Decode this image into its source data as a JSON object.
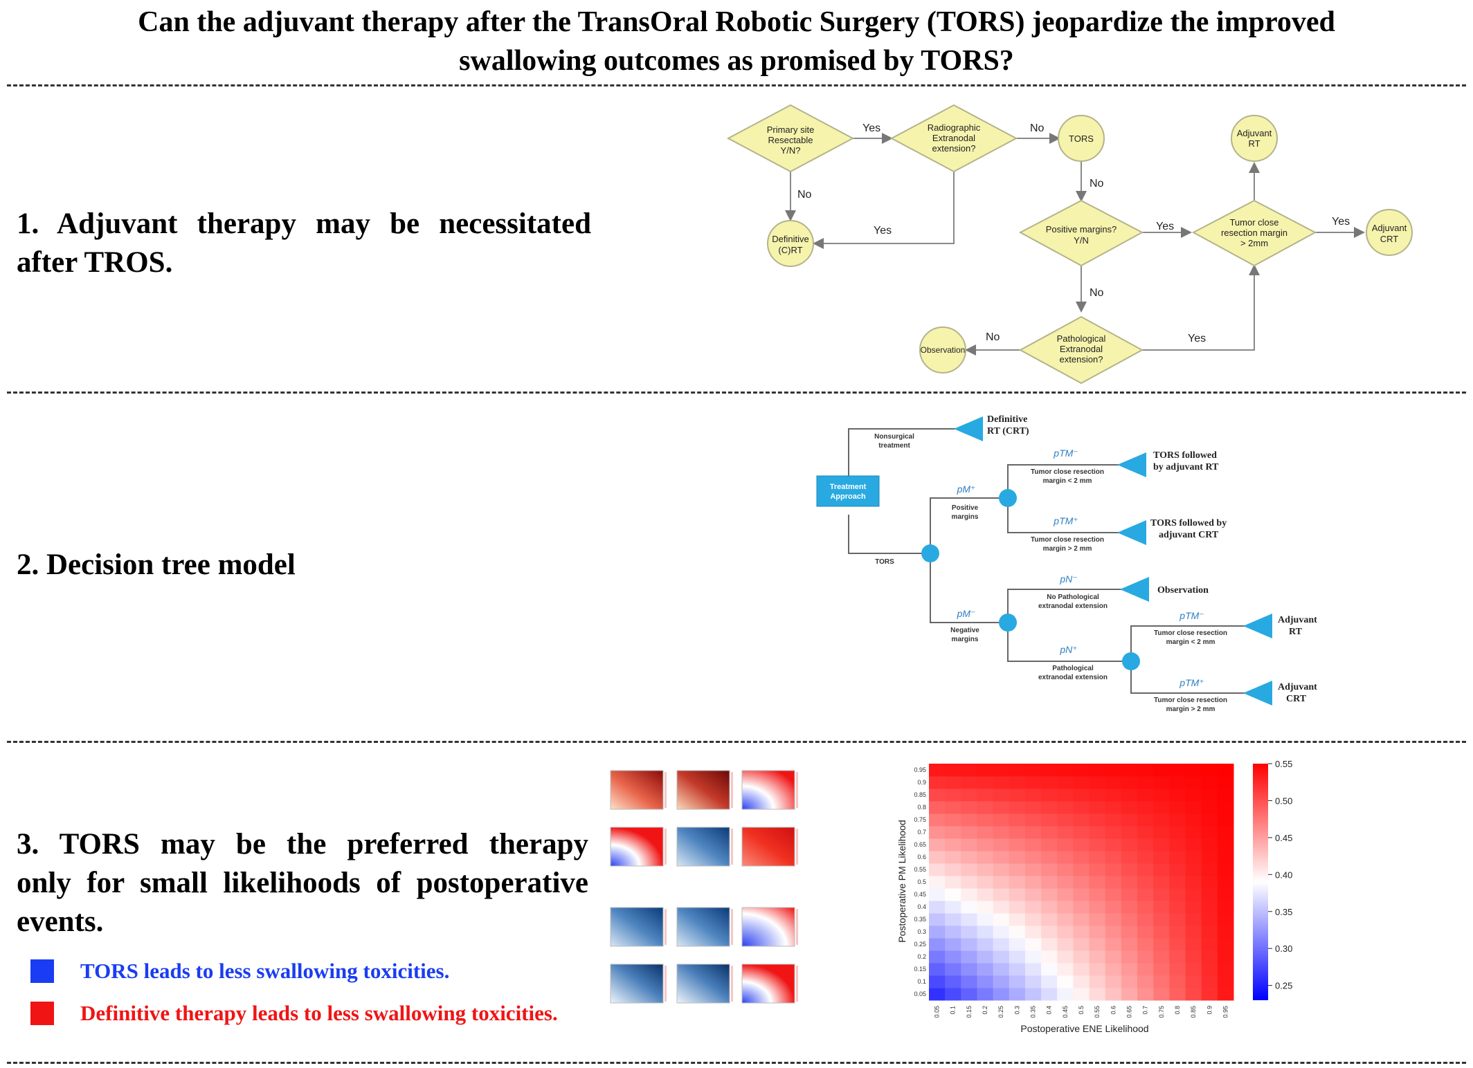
{
  "title": {
    "line1": "Can the adjuvant therapy after the TransOral Robotic Surgery (TORS) jeopardize the improved",
    "line2": "swallowing outcomes as promised by TORS?"
  },
  "sections": [
    {
      "lines": [
        "1. Adjuvant therapy may be necessitated",
        "after TROS."
      ]
    },
    {
      "lines": [
        "2. Decision tree model"
      ]
    },
    {
      "lines": [
        "3. TORS may be the preferred therapy",
        "only for small likelihoods of postoperative",
        "events."
      ]
    }
  ],
  "legend": [
    {
      "text": "TORS leads to less swallowing toxicities.",
      "color": "#1a3cf2"
    },
    {
      "text": "Definitive therapy leads to less swallowing toxicities.",
      "color": "#f01414"
    }
  ],
  "flowchart": {
    "primary_site": [
      "Primary site",
      "Resectable",
      "Y/N?"
    ],
    "radiographic": [
      "Radiographic",
      "Extranodal",
      "extension?"
    ],
    "tors": "TORS",
    "adjuvant_rt": [
      "Adjuvant",
      "RT"
    ],
    "definitive": [
      "Definitive",
      "(C)RT"
    ],
    "positive_margins": [
      "Positive margins?",
      "Y/N"
    ],
    "tumor_close": [
      "Tumor close",
      "resection margin",
      "> 2mm"
    ],
    "adjuvant_crt": [
      "Adjuvant",
      "CRT"
    ],
    "observation": "Observation",
    "pathological": [
      "Pathological",
      "Extranodal",
      "extension?"
    ],
    "yes": "Yes",
    "no": "No"
  },
  "decision_tree": {
    "root": [
      "Treatment",
      "Approach"
    ],
    "nonsurgical": [
      "Nonsurgical",
      "treatment"
    ],
    "definitive_rt": [
      "Definitive",
      "RT (CRT)"
    ],
    "tors": "TORS",
    "positive_margins": [
      "Positive",
      "margins"
    ],
    "negative_margins": [
      "Negative",
      "margins"
    ],
    "close_lt2": [
      "Tumor close resection",
      "margin < 2 mm"
    ],
    "close_gt2": [
      "Tumor close resection",
      "margin > 2 mm"
    ],
    "tors_rt": [
      "TORS followed",
      "by adjuvant RT"
    ],
    "tors_crt": [
      "TORS followed by",
      "adjuvant CRT"
    ],
    "no_path": [
      "No Pathological",
      "extranodal extension"
    ],
    "path": [
      "Pathological",
      "extranodal extension"
    ],
    "observation": "Observation",
    "adj_rt": [
      "Adjuvant",
      "RT"
    ],
    "adj_crt": [
      "Adjuvant",
      "CRT"
    ],
    "p_ptm_minus": "pTM⁻",
    "p_ptm_plus": "pTM⁺",
    "p_pm_plus": "pM⁺",
    "p_pm_minus": "pM⁻",
    "p_pn_minus": "pN⁻",
    "p_pn_plus": "pN⁺"
  },
  "chart_data": {
    "type": "heatmap",
    "xlabel": "Postoperative ENE Likelihood",
    "ylabel": "Postoperative PM Likelihood",
    "x": [
      0.05,
      0.1,
      0.15,
      0.2,
      0.25,
      0.3,
      0.35,
      0.4,
      0.45,
      0.5,
      0.55,
      0.6,
      0.65,
      0.7,
      0.75,
      0.8,
      0.85,
      0.9,
      0.95
    ],
    "y": [
      0.05,
      0.1,
      0.15,
      0.2,
      0.25,
      0.3,
      0.35,
      0.4,
      0.45,
      0.5,
      0.55,
      0.6,
      0.65,
      0.7,
      0.75,
      0.8,
      0.85,
      0.9,
      0.95
    ],
    "x_tick_labels": [
      "0.05",
      "0.1",
      "0.15",
      "0.2",
      "0.25",
      "0.3",
      "0.35",
      "0.4",
      "0.45",
      "0.5",
      "0.55",
      "0.6",
      "0.65",
      "0.7",
      "0.75",
      "0.8",
      "0.85",
      "0.9",
      "0.95"
    ],
    "y_tick_labels": [
      "0.05",
      "0.1",
      "0.15",
      "0.2",
      "0.25",
      "0.3",
      "0.35",
      "0.4",
      "0.45",
      "0.5",
      "0.55",
      "0.6",
      "0.65",
      "0.7",
      "0.75",
      "0.8",
      "0.85",
      "0.9",
      "0.95"
    ],
    "colorbar": {
      "min": 0.23,
      "max": 0.55,
      "ticks": [
        "0.55",
        "0.50",
        "0.45",
        "0.40",
        "0.35",
        "0.30",
        "0.25"
      ]
    },
    "cmap": "bwr",
    "value_model": "0.23 + 0.32 * (1 - (1 - x) * (1 - y))"
  }
}
